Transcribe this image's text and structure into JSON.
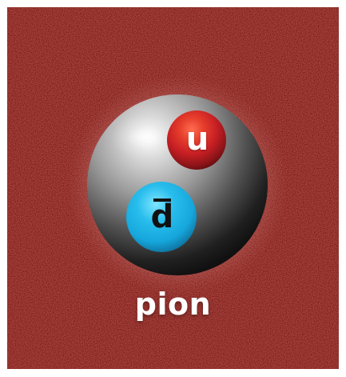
{
  "background": {
    "base_color": "#7c1712",
    "texture": "noise"
  },
  "particle": {
    "name": "pion",
    "sphere_color": "#9a9a9a"
  },
  "quarks": [
    {
      "label": "u",
      "color": "#c71f24",
      "text_color": "#ffffff",
      "antiquark": false
    },
    {
      "label": "d",
      "color": "#16a7dc",
      "text_color": "#111111",
      "antiquark": true
    }
  ]
}
